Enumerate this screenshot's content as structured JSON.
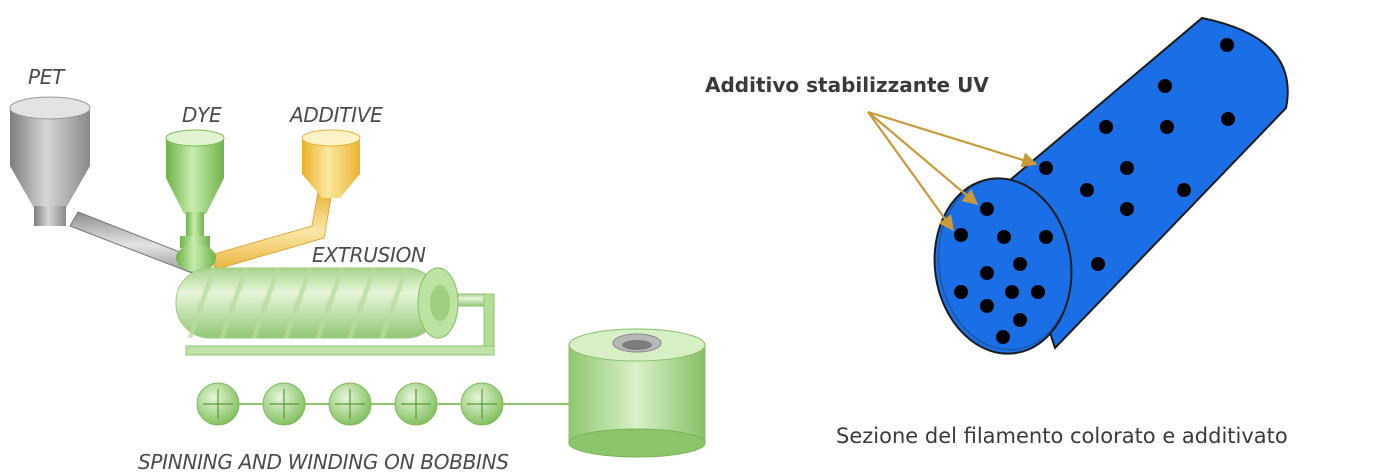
{
  "process": {
    "pet_label": "PET",
    "dye_label": "DYE",
    "additive_label": "ADDITIVE",
    "extrusion_label": "EXTRUSION",
    "spinning_label": "SPINNING AND WINDING ON BOBBINS"
  },
  "filament": {
    "additive_label": "Additivo stabilizzante UV",
    "caption": "Sezione del filamento colorato e additivato"
  },
  "colors": {
    "pet_gray": "#a9a9a9",
    "dye_green": "#8fcf6a",
    "additive_yellow": "#f3c84a",
    "machine_green": "#c5e3a8",
    "filament_blue": "#1a6fe6",
    "arrow_orange": "#c89a3a",
    "particle": "#000000"
  }
}
